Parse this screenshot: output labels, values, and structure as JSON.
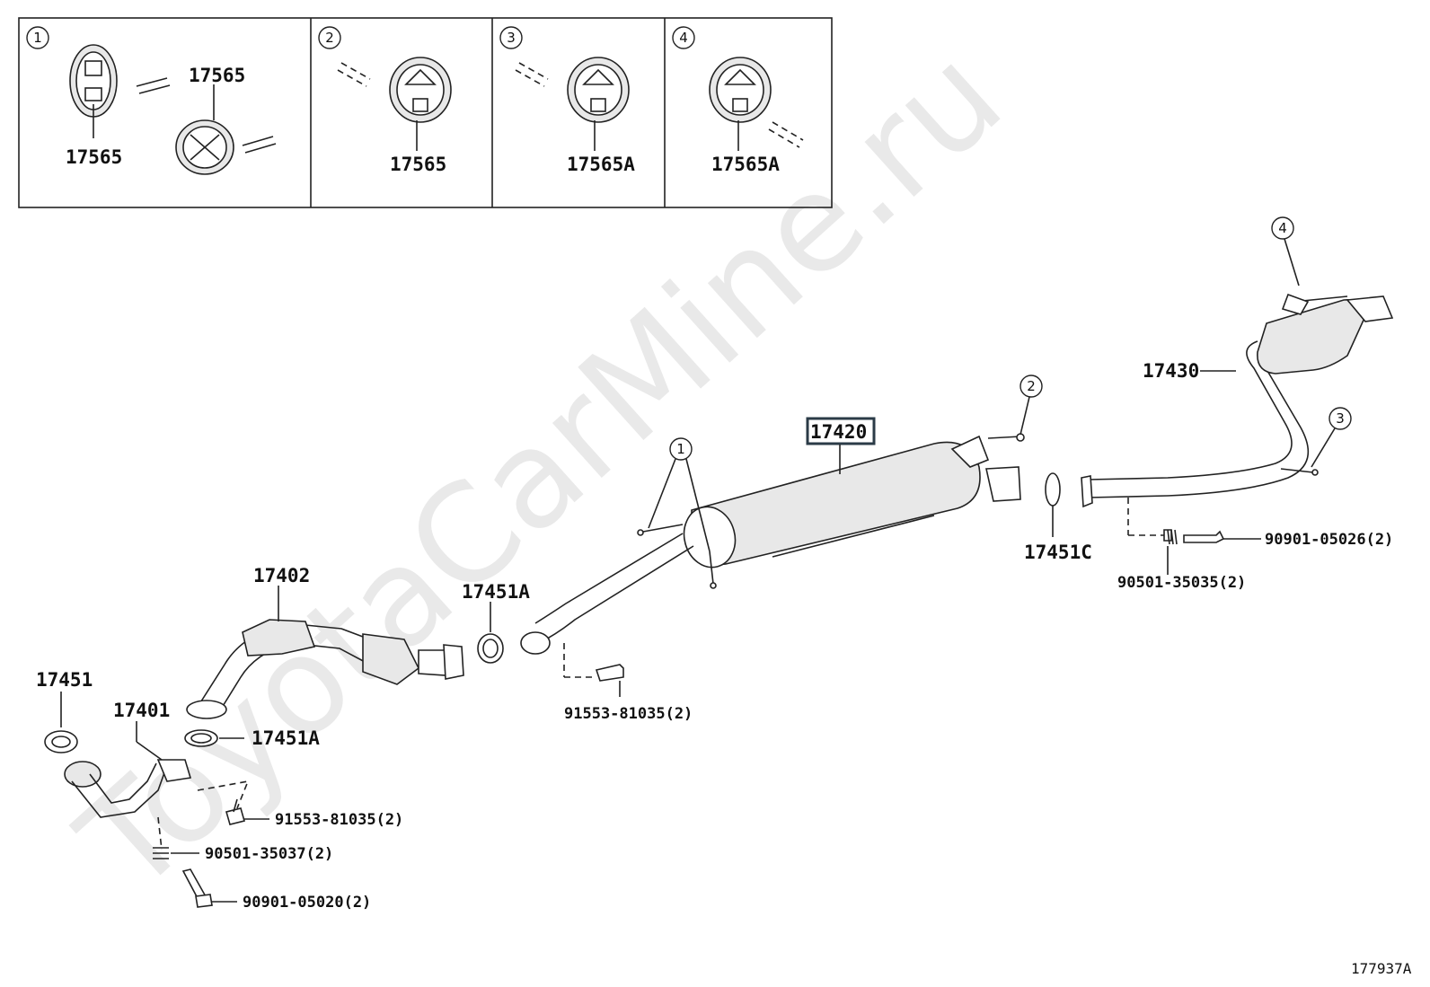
{
  "watermark": "ToyotaCarMine.ru",
  "diagram_id": "177937A",
  "detail_panels": [
    {
      "num": "1",
      "labels": [
        "17565",
        "17565"
      ]
    },
    {
      "num": "2",
      "labels": [
        "17565"
      ]
    },
    {
      "num": "3",
      "labels": [
        "17565A"
      ]
    },
    {
      "num": "4",
      "labels": [
        "17565A"
      ]
    }
  ],
  "callouts": {
    "c1": "1",
    "c2": "2",
    "c3": "3",
    "c4": "4"
  },
  "parts": {
    "p17420": "17420",
    "p17430": "17430",
    "p17402": "17402",
    "p17451A_top": "17451A",
    "p17451C": "17451C",
    "p17451": "17451",
    "p17401": "17401",
    "p17451A_bot": "17451A",
    "f91553_mid": "91553-81035(2)",
    "f91553_low": "91553-81035(2)",
    "f90501_35037": "90501-35037(2)",
    "f90901_05020": "90901-05020(2)",
    "f90901_05026": "90901-05026(2)",
    "f90501_35035": "90501-35035(2)"
  }
}
